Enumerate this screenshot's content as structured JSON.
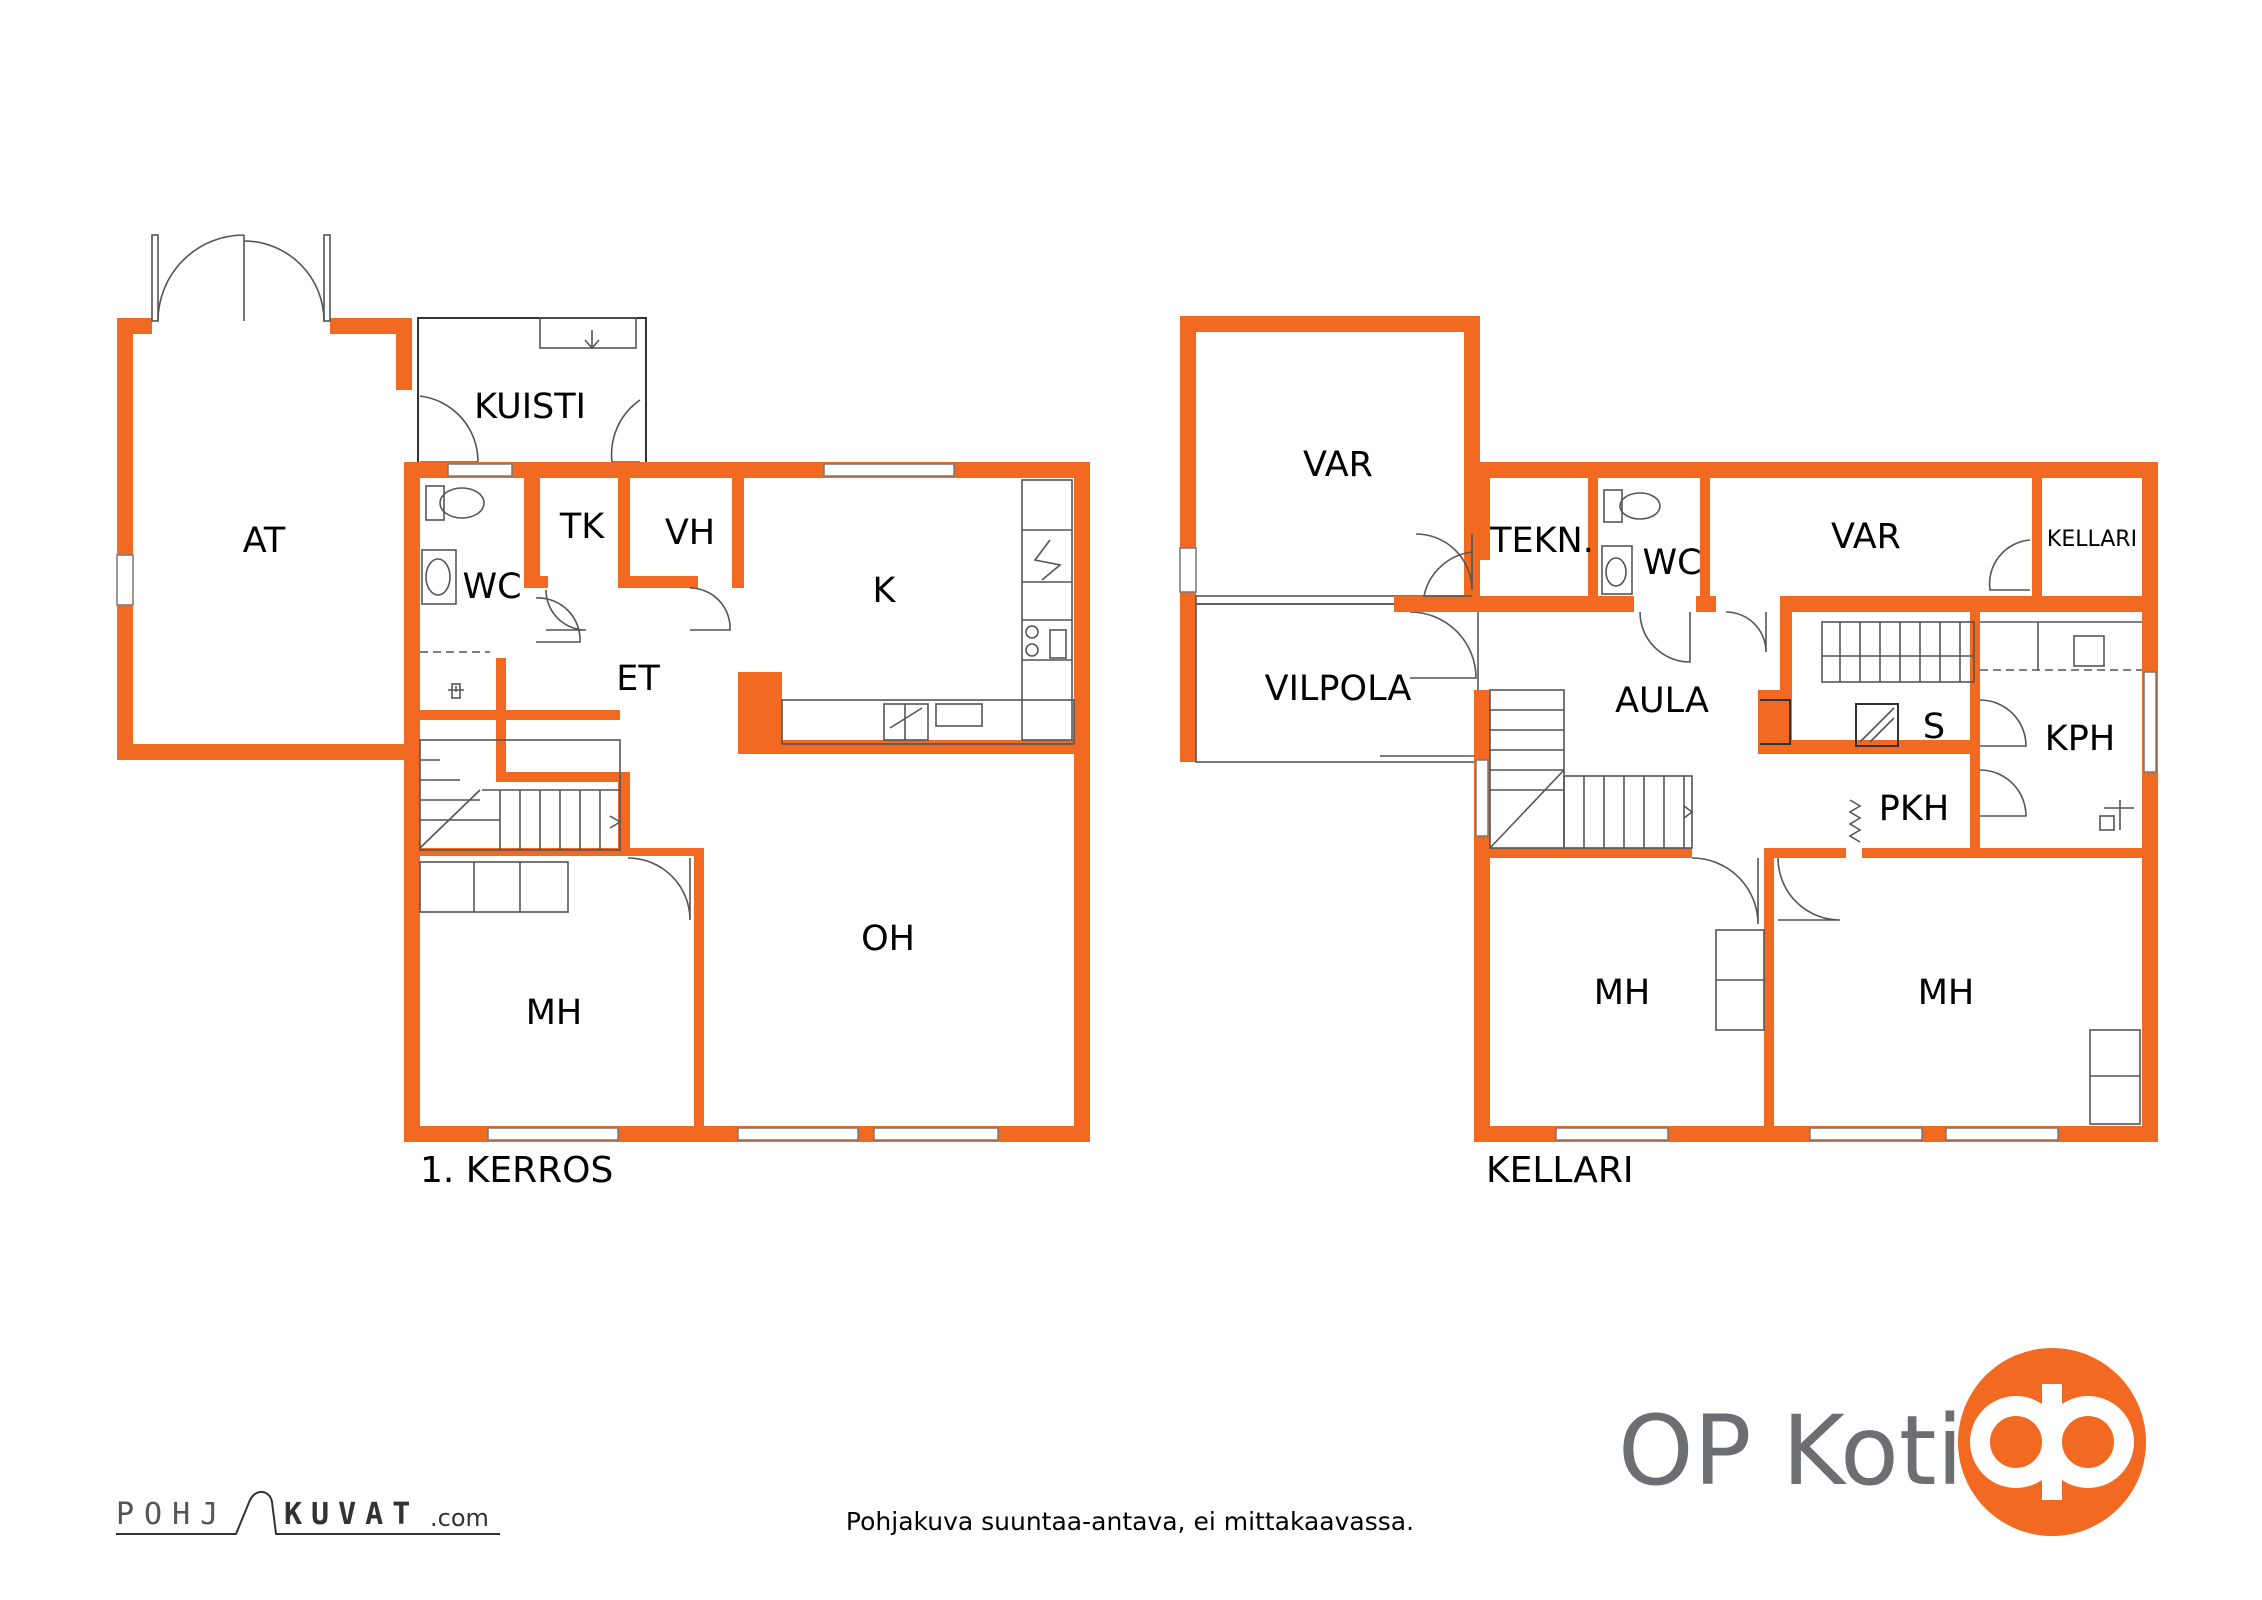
{
  "floor1": {
    "label": "1. KERROS",
    "rooms": {
      "at": "AT",
      "kuisti": "KUISTI",
      "wc": "WC",
      "tk": "TK",
      "vh": "VH",
      "k": "K",
      "et": "ET",
      "oh": "OH",
      "mh": "MH"
    }
  },
  "basement": {
    "label": "KELLARI",
    "rooms": {
      "var1": "VAR",
      "tekn": "TEKN.",
      "wc": "WC",
      "var2": "VAR",
      "kellari": "KELLARI",
      "vilpola": "VILPOLA",
      "aula": "AULA",
      "s": "S",
      "kph": "KPH",
      "pkh": "PKH",
      "mh1": "MH",
      "mh2": "MH"
    }
  },
  "brand": {
    "name": "OP Koti",
    "logo_color": "#f26a21",
    "text_color": "#6d6e71"
  },
  "footer": {
    "disclaimer": "Pohjakuva suuntaa-antava, ei mittakaavassa.",
    "credit_left": "POHJ",
    "credit_right": "KUVAT",
    "credit_suffix": ".com"
  },
  "colors": {
    "wall": "#f26a21"
  }
}
